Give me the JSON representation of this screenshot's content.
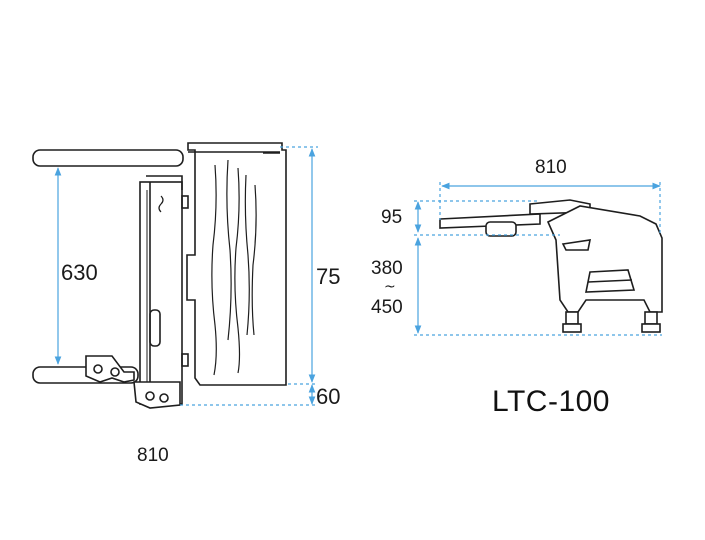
{
  "model": "LTC-100",
  "left_view": {
    "dim_depth_label": "630",
    "dim_height_label": "75",
    "dim_bottom_label": "60",
    "dim_cut_label": "810"
  },
  "right_view": {
    "dim_width_label": "810",
    "dim_top_label": "95",
    "dim_range_low": "380",
    "dim_range_sep": "~",
    "dim_range_high": "450"
  },
  "colors": {
    "dimension_line": "#4aa3df",
    "outline": "#1e1e1e",
    "background": "#ffffff"
  }
}
